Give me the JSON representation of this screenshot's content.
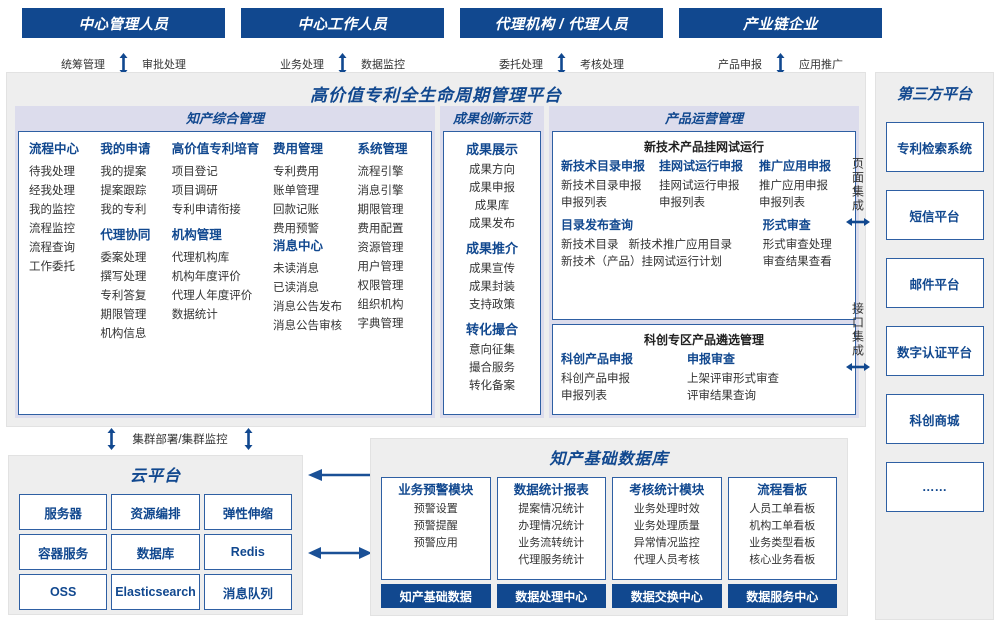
{
  "roles": [
    {
      "title": "中心管理人员",
      "left": "统筹管理",
      "right": "审批处理"
    },
    {
      "title": "中心工作人员",
      "left": "业务处理",
      "right": "数据监控"
    },
    {
      "title": "代理机构 / 代理人员",
      "left": "委托处理",
      "right": "考核处理"
    },
    {
      "title": "产业链企业",
      "left": "产品申报",
      "right": "应用推广"
    }
  ],
  "platform": {
    "title": "高价值专利全生命周期管理平台",
    "bands": {
      "comprehensive": "知产综合管理",
      "achievement": "成果创新示范",
      "product_ops": "产品运营管理"
    },
    "comprehensive": {
      "columns": [
        {
          "groups": [
            {
              "header": "流程中心",
              "items": [
                "待我处理",
                "经我处理",
                "我的监控",
                "流程监控",
                "流程查询",
                "工作委托"
              ]
            }
          ]
        },
        {
          "groups": [
            {
              "header": "我的申请",
              "items": [
                "我的提案",
                "提案跟踪",
                "我的专利"
              ]
            },
            {
              "header": "代理协同",
              "items": [
                "委案处理",
                "撰写处理",
                "专利答复",
                "期限管理",
                "机构信息"
              ]
            }
          ]
        },
        {
          "groups": [
            {
              "header": "高价值专利培育",
              "items": [
                "项目登记",
                "项目调研",
                "专利申请衔接"
              ]
            },
            {
              "header": "机构管理",
              "items": [
                "代理机构库",
                "机构年度评价",
                "代理人年度评价",
                "数据统计"
              ]
            }
          ]
        },
        {
          "groups": [
            {
              "header": "费用管理",
              "items": [
                "专利费用",
                "账单管理",
                "回款记账",
                "费用预警"
              ]
            },
            {
              "header": "消息中心",
              "items": [
                "未读消息",
                "已读消息",
                "消息公告发布",
                "消息公告审核"
              ]
            }
          ]
        },
        {
          "groups": [
            {
              "header": "系统管理",
              "items": [
                "流程引擎",
                "消息引擎",
                "期限管理",
                "费用配置",
                "资源管理",
                "用户管理",
                "权限管理",
                "组织机构",
                "字典管理"
              ]
            }
          ]
        }
      ]
    },
    "achievement": {
      "groups": [
        {
          "header": "成果展示",
          "items": [
            "成果方向",
            "成果申报",
            "成果库",
            "成果发布"
          ]
        },
        {
          "header": "成果推介",
          "items": [
            "成果宣传",
            "成果封装",
            "支持政策"
          ]
        },
        {
          "header": "转化撮合",
          "items": [
            "意向征集",
            "撮合服务",
            "转化备案"
          ]
        }
      ]
    },
    "product_ops": {
      "card1": {
        "title": "新技术产品挂网试运行",
        "row1": [
          {
            "header": "新技术目录申报",
            "items": [
              "新技术目录申报",
              "申报列表"
            ]
          },
          {
            "header": "挂网试运行申报",
            "items": [
              "挂网试运行申报",
              "申报列表"
            ]
          },
          {
            "header": "推广应用申报",
            "items": [
              "推广应用申报",
              "申报列表"
            ]
          }
        ],
        "row2_left": {
          "header": "目录发布查询",
          "items_inline": [
            "新技术目录",
            "新技术推广应用目录"
          ],
          "items": [
            "新技术（产品）挂网试运行计划"
          ]
        },
        "row2_right": {
          "header": "形式审查",
          "items": [
            "形式审查处理",
            "审查结果查看"
          ]
        }
      },
      "card2": {
        "title": "科创专区产品遴选管理",
        "cols": [
          {
            "header": "科创产品申报",
            "items": [
              "科创产品申报",
              "申报列表"
            ]
          },
          {
            "header": "申报审查",
            "items": [
              "上架评审形式审查",
              "评审结果查询"
            ]
          }
        ]
      }
    }
  },
  "integration": {
    "page": "页面集成",
    "api": "接口集成"
  },
  "third_party": {
    "title": "第三方平台",
    "items": [
      "专利检索系统",
      "短信平台",
      "邮件平台",
      "数字认证平台",
      "科创商城",
      "……"
    ]
  },
  "cluster_label": "集群部署/集群监控",
  "cloud": {
    "title": "云平台",
    "cells": [
      "服务器",
      "资源编排",
      "弹性伸缩",
      "容器服务",
      "数据库",
      "Redis",
      "OSS",
      "Elasticsearch",
      "消息队列"
    ]
  },
  "database": {
    "title": "知产基础数据库",
    "columns": [
      {
        "header": "业务预警模块",
        "items": [
          "预警设置",
          "预警提醒",
          "预警应用"
        ],
        "footer": "知产基础数据"
      },
      {
        "header": "数据统计报表",
        "items": [
          "提案情况统计",
          "办理情况统计",
          "业务流转统计",
          "代理服务统计"
        ],
        "footer": "数据处理中心"
      },
      {
        "header": "考核统计模块",
        "items": [
          "业务处理时效",
          "业务处理质量",
          "异常情况监控",
          "代理人员考核"
        ],
        "footer": "数据交换中心"
      },
      {
        "header": "流程看板",
        "items": [
          "人员工单看板",
          "机构工单看板",
          "业务类型看板",
          "核心业务看板"
        ],
        "footer": "数据服务中心"
      }
    ]
  },
  "colors": {
    "brand": "#11488f",
    "border": "#2e5fa3",
    "band": "#dcdcec",
    "panel": "#eeeeee"
  }
}
